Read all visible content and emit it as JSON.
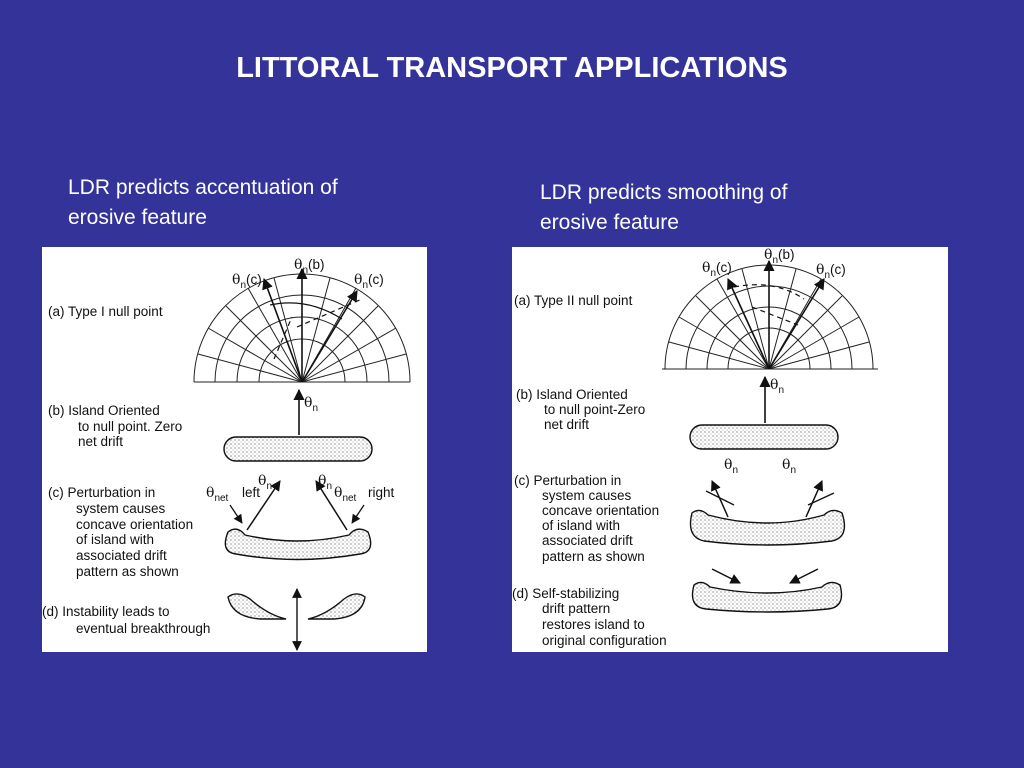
{
  "slide": {
    "title": "LITTORAL TRANSPORT APPLICATIONS"
  },
  "left": {
    "caption_line1": "LDR predicts accentuation of",
    "caption_line2": "erosive feature",
    "a": "(a) Type I null point",
    "b1": "(b) Island Oriented",
    "b2": "to null point. Zero",
    "b3": "net drift",
    "c1": "(c) Perturbation in",
    "c2": "system causes",
    "c3": "concave orientation",
    "c4": "of island with",
    "c5": "associated drift",
    "c6": "pattern as shown",
    "d1": "(d) Instability leads to",
    "d2": "eventual breakthrough",
    "theta": "θ",
    "sub_n": "n",
    "sub_net": "net",
    "tag_b": "(b)",
    "tag_c": "(c)",
    "left_word": "left",
    "right_word": "right"
  },
  "right": {
    "caption_line1": "LDR predicts smoothing of",
    "caption_line2": "erosive feature",
    "a": "(a) Type II null point",
    "b1": "(b) Island Oriented",
    "b2": "to null point-Zero",
    "b3": "net drift",
    "c1": "(c) Perturbation in",
    "c2": "system causes",
    "c3": "concave orientation",
    "c4": "of island with",
    "c5": "associated drift",
    "c6": "pattern as shown",
    "d1": "(d) Self-stabilizing",
    "d2": "drift pattern",
    "d3": "restores island to",
    "d4": "original configuration"
  }
}
